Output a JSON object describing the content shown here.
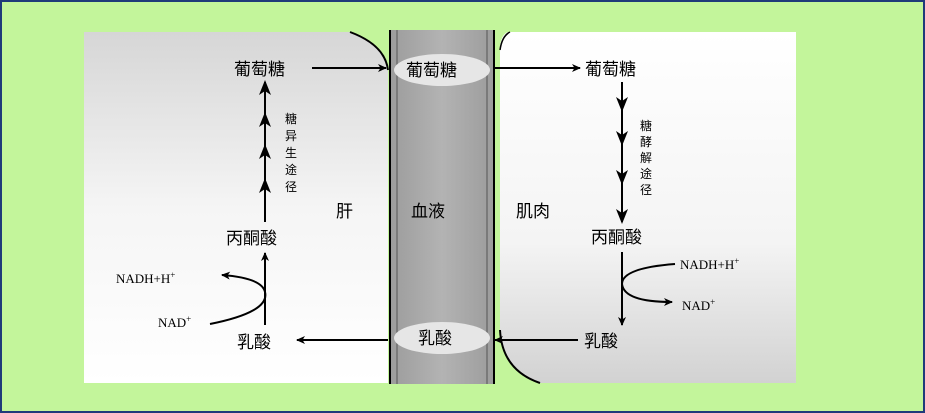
{
  "title": "Cori cycle diagram",
  "colors": {
    "background": "#c3f59b",
    "border": "#1f3a7a",
    "blood": "#a9a9a9",
    "tissue": "#ffffff"
  },
  "regions": {
    "liver": "肝",
    "blood": "血液",
    "muscle": "肌肉"
  },
  "liver": {
    "glucose": "葡萄糖",
    "pyruvate": "丙酮酸",
    "lactate": "乳酸",
    "pathway": [
      "糖",
      "异",
      "生",
      "途",
      "径"
    ],
    "nadh": "NADH+H",
    "nadh_sup": "+",
    "nad": "NAD",
    "nad_sup": "+"
  },
  "blood": {
    "glucose": "葡萄糖",
    "lactate": "乳酸"
  },
  "muscle": {
    "glucose": "葡萄糖",
    "pyruvate": "丙酮酸",
    "lactate": "乳酸",
    "pathway": [
      "糖",
      "酵",
      "解",
      "途",
      "径"
    ],
    "nadh": "NADH+H",
    "nadh_sup": "+",
    "nad": "NAD",
    "nad_sup": "+"
  }
}
